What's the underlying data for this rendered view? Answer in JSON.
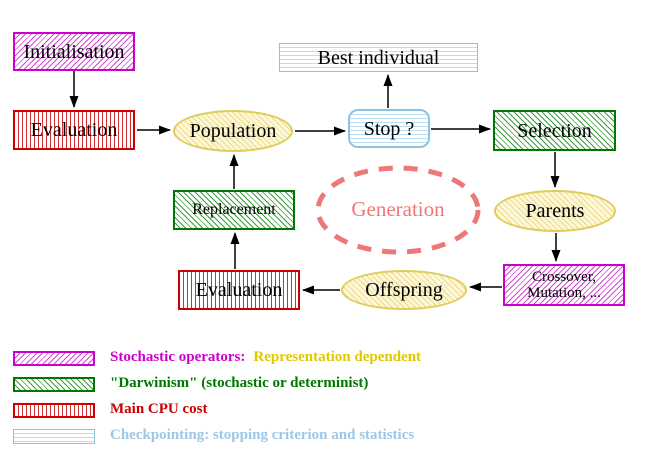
{
  "diagram": {
    "nodes": {
      "initialisation": {
        "label": "Initialisation"
      },
      "evaluation_top": {
        "label": "Evaluation"
      },
      "population": {
        "label": "Population"
      },
      "best_individual": {
        "label": "Best individual"
      },
      "stop": {
        "label": "Stop ?"
      },
      "selection": {
        "label": "Selection"
      },
      "parents": {
        "label": "Parents"
      },
      "crossover": {
        "line1": "Crossover,",
        "line2": "Mutation, ..."
      },
      "offspring": {
        "label": "Offspring"
      },
      "evaluation_bottom": {
        "label": "Evaluation"
      },
      "replacement": {
        "label": "Replacement"
      },
      "generation": {
        "label": "Generation"
      }
    },
    "colors": {
      "magenta": "#cc00cc",
      "red": "#cc0000",
      "green": "#007700",
      "yellow_border": "#e0cc5a",
      "yellow_fill": "#fdf8d8",
      "cyan": "#8fc2e0",
      "salmon": "#ee7878",
      "legend_yellow_text": "#e0c800",
      "arrow": "#000000"
    },
    "legend": {
      "items": [
        {
          "swatch": "magenta-hatch",
          "part1": "Stochastic operators:",
          "part2": "Representation dependent"
        },
        {
          "swatch": "green-hatch",
          "part1": "\"Darwinism\" (stochastic or determinist)",
          "part2": ""
        },
        {
          "swatch": "red-stripes",
          "part1": "Main CPU cost",
          "part2": ""
        },
        {
          "swatch": "cyan-lines",
          "part1": "Checkpointing: stopping criterion and statistics",
          "part2": ""
        }
      ]
    }
  }
}
